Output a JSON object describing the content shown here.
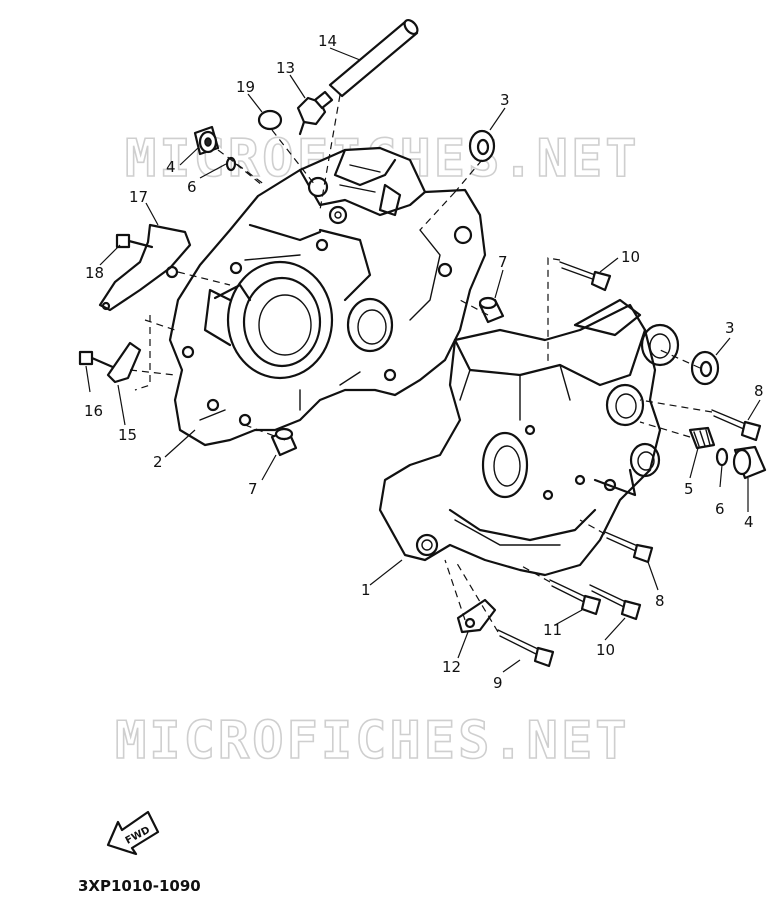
{
  "watermark": "MICROFICHES.NET",
  "reference_code": "3XP1010-1090",
  "fwd_label": "FWD",
  "callouts": [
    "1",
    "2",
    "3",
    "3",
    "4",
    "4",
    "5",
    "6",
    "6",
    "7",
    "7",
    "8",
    "8",
    "9",
    "10",
    "10",
    "11",
    "12",
    "13",
    "14",
    "15",
    "16",
    "17",
    "18",
    "19"
  ]
}
